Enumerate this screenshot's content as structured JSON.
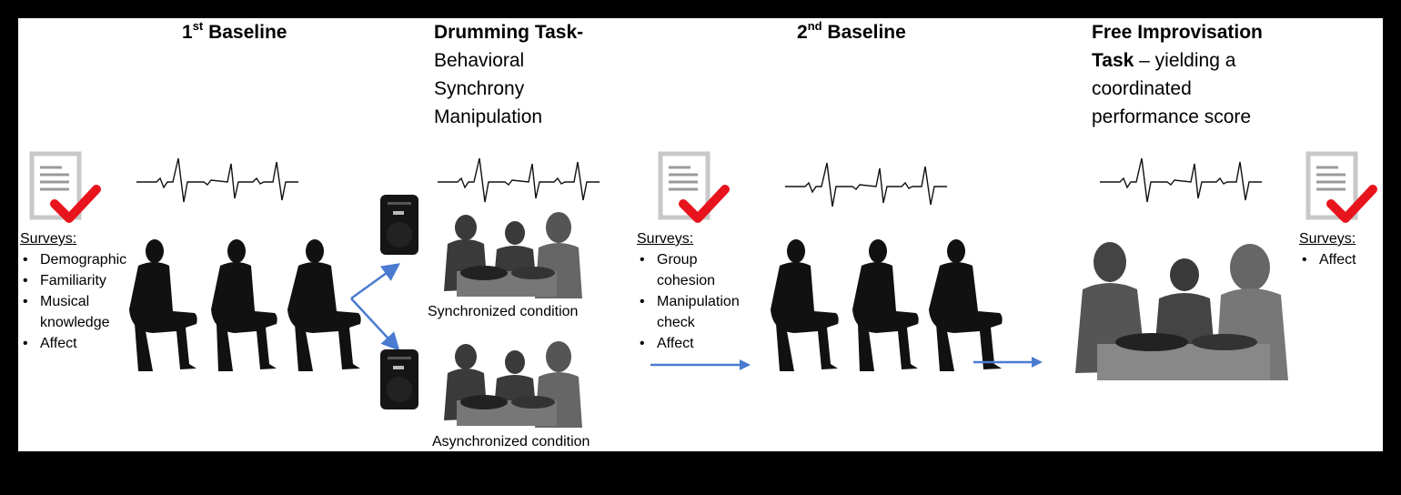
{
  "stages": {
    "baseline1": {
      "title_main": "1",
      "title_sup": "st",
      "title_rest": " Baseline"
    },
    "drumming": {
      "title_bold": "Drumming Task-",
      "title_lines": [
        "Behavioral",
        "Synchrony",
        "Manipulation"
      ]
    },
    "baseline2": {
      "title_main": "2",
      "title_sup": "nd",
      "title_rest": " Baseline"
    },
    "improv": {
      "title_line1": "Free Improvisation",
      "title_bold2": "Task",
      "title_rest2": " – yielding a",
      "title_line3": "coordinated",
      "title_line4": "performance score"
    }
  },
  "surveys": {
    "s1": {
      "heading": "Surveys:",
      "items": [
        "Demographic",
        "Familiarity",
        "Musical",
        "knowledge",
        "Affect"
      ]
    },
    "s2": {
      "heading": "Surveys:",
      "items": [
        "Group",
        "cohesion",
        "Manipulation",
        "check",
        "Affect"
      ]
    },
    "s3": {
      "heading": "Surveys:",
      "items": [
        "Affect"
      ]
    }
  },
  "conditions": {
    "sync": "Synchronized condition",
    "async": "Asynchronized condition"
  },
  "colors": {
    "check": "#e8141d",
    "arrow": "#4a7bd0",
    "silhouette": "#111111",
    "doc_border": "#c8c8c8",
    "doc_lines": "#9a9a9a"
  }
}
